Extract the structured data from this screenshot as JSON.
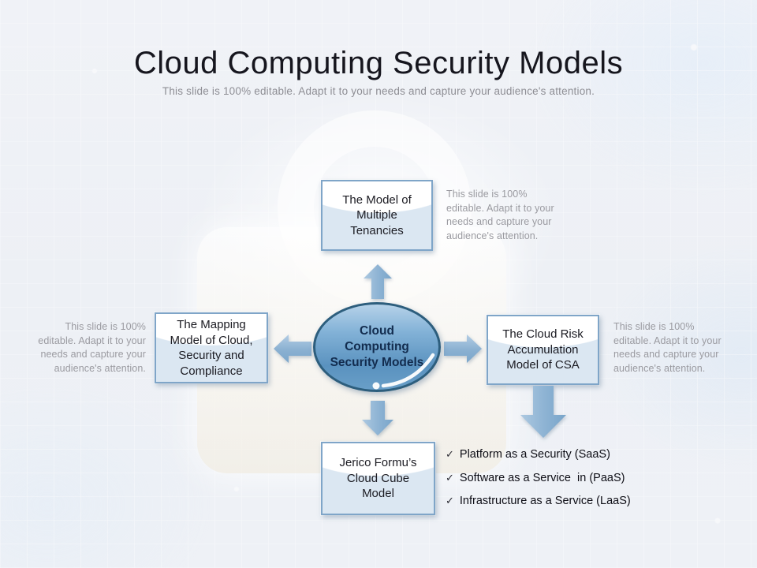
{
  "slide": {
    "title": "Cloud Computing Security Models",
    "subtitle": "This slide is 100% editable. Adapt it to your needs and capture your audience's attention."
  },
  "diagram": {
    "center": {
      "label": "Cloud\nComputing\nSecurity Models"
    },
    "nodes": [
      {
        "id": "top",
        "label": "The Model of\nMultiple\nTenancies"
      },
      {
        "id": "left",
        "label": "The Mapping\nModel of Cloud,\nSecurity and\nCompliance"
      },
      {
        "id": "right",
        "label": "The Cloud Risk\nAccumulation\nModel of CSA"
      },
      {
        "id": "bottom",
        "label": "Jerico Formu’s\nCloud Cube\nModel"
      }
    ],
    "annotations": {
      "top_right": "This slide is 100%\neditable. Adapt it to your\nneeds and capture your\naudience's attention.",
      "left": "This slide is 100%\neditable. Adapt it to your\nneeds and capture your\naudience's attention.",
      "right": "This slide is 100%\neditable. Adapt it to your\nneeds and capture your\naudience's attention."
    }
  },
  "checklist": {
    "items": [
      {
        "check": "✓",
        "label": "Platform as a Security (SaaS)"
      },
      {
        "check": "✓",
        "label": "Software as a Service  in (PaaS)"
      },
      {
        "check": "✓",
        "label": "Infrastructure as a Service (LaaS)"
      }
    ]
  },
  "colors": {
    "accent_blue": "#5a92bf",
    "node_border": "#7fa5c8",
    "node_fill_bottom": "#dbe7f2",
    "ellipse_border": "#2d5e7d",
    "text_dark": "#16161e",
    "text_gray": "#9a9aa0",
    "background": "#eef1f6"
  }
}
